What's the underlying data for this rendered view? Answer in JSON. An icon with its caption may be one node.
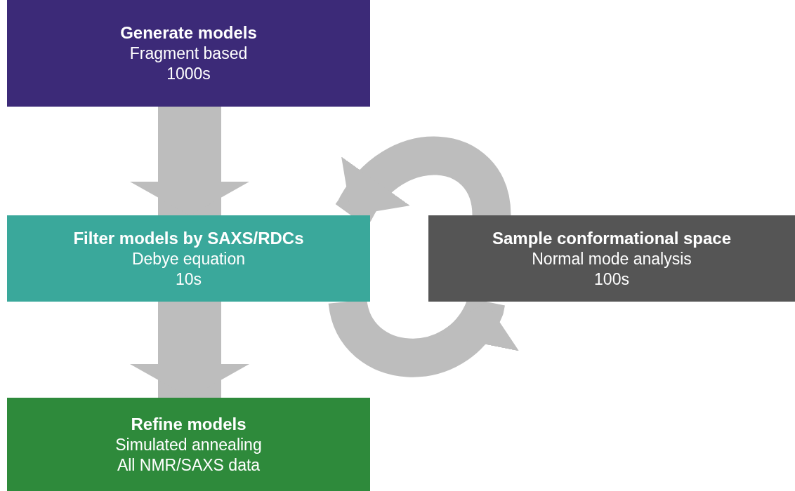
{
  "diagram": {
    "nodes": [
      {
        "text": [
          "Generate models",
          "Fragment based",
          "1000s"
        ]
      },
      {
        "text": [
          "Filter models by SAXS/RDCs",
          "Debye equation",
          "10s"
        ]
      },
      {
        "text": [
          "Sample conformational space",
          "Normal mode analysis",
          "100s"
        ]
      },
      {
        "text": [
          "Refine models",
          "Simulated annealing",
          "All NMR/SAXS data"
        ]
      }
    ],
    "edges": [
      {
        "from": 0,
        "to": 1,
        "arrow": "to"
      },
      {
        "from": 2,
        "to": 1,
        "arrow": "to"
      },
      {
        "from": 1,
        "to": 2,
        "arrow": "to"
      },
      {
        "from": 1,
        "to": 3,
        "arrow": "to"
      }
    ]
  }
}
